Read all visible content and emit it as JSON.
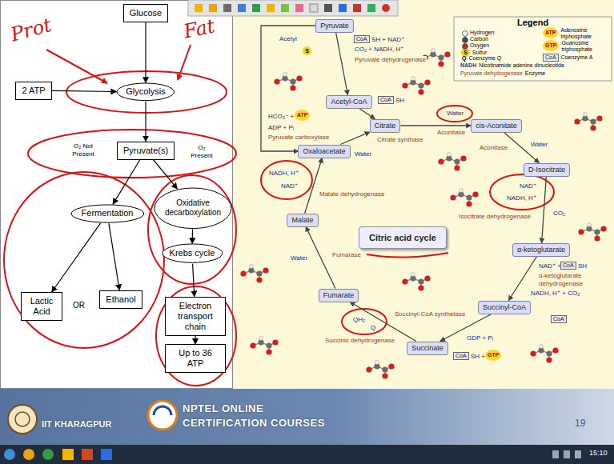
{
  "diagram": {
    "nodes": [
      {
        "text": [
          "Glucose"
        ]
      },
      {
        "text": [
          "2 ATP"
        ]
      },
      {
        "text": [
          "Glycolysis"
        ]
      },
      {
        "text": [
          "Pyruvate(s)"
        ]
      },
      {
        "text": [
          "Fermentation"
        ]
      },
      {
        "text": [
          "Oxidative decarboxylation"
        ]
      },
      {
        "text": [
          "Lactic Acid"
        ]
      },
      {
        "text": [
          "Ethanol"
        ]
      },
      {
        "text": [
          "Krebs cycle"
        ]
      },
      {
        "text": [
          "Electron transport chain"
        ]
      },
      {
        "text": [
          "Up to 36 ATP"
        ]
      },
      {
        "text": [
          "Pyruvate"
        ]
      },
      {
        "text": [
          "Acetyl-CoA"
        ]
      },
      {
        "text": [
          "Citrate"
        ]
      },
      {
        "text": [
          "cis-Aconitate"
        ]
      },
      {
        "text": [
          "D-Isocitrate"
        ]
      },
      {
        "text": [
          "α-ketoglutarate"
        ]
      },
      {
        "text": [
          "Succinyl-CoA"
        ]
      },
      {
        "text": [
          "Succinate"
        ]
      },
      {
        "text": [
          "Fumarate"
        ]
      },
      {
        "text": [
          "Malate"
        ]
      },
      {
        "text": [
          "Oxaloacetate"
        ]
      },
      {
        "text": [
          "Citric acid cycle"
        ]
      }
    ],
    "edges": [
      {
        "from": 0,
        "to": 2,
        "arrow": "to"
      },
      {
        "from": 1,
        "to": 2,
        "arrow": "to"
      },
      {
        "from": 2,
        "to": 3,
        "arrow": "to"
      },
      {
        "from": 3,
        "to": 4,
        "arrow": "to"
      },
      {
        "from": 3,
        "to": 5,
        "arrow": "to"
      },
      {
        "from": 4,
        "to": 6,
        "arrow": "to"
      },
      {
        "from": 4,
        "to": 7,
        "arrow": "to"
      },
      {
        "from": 5,
        "to": 8,
        "arrow": "to"
      },
      {
        "from": 8,
        "to": 9,
        "arrow": "to"
      },
      {
        "from": 9,
        "to": 10,
        "arrow": "to"
      },
      {
        "from": 11,
        "to": 12,
        "arrow": "to"
      },
      {
        "from": 12,
        "to": 13,
        "arrow": "to"
      },
      {
        "from": 21,
        "to": 13,
        "arrow": "to"
      },
      {
        "from": 13,
        "to": 14,
        "arrow": "to"
      },
      {
        "from": 14,
        "to": 15,
        "arrow": "to"
      },
      {
        "from": 15,
        "to": 16,
        "arrow": "to"
      },
      {
        "from": 16,
        "to": 17,
        "arrow": "to"
      },
      {
        "from": 17,
        "to": 18,
        "arrow": "to"
      },
      {
        "from": 18,
        "to": 19,
        "arrow": "to"
      },
      {
        "from": 19,
        "to": 20,
        "arrow": "to"
      },
      {
        "from": 20,
        "to": 21,
        "arrow": "to"
      },
      {
        "from": 11,
        "to": 21,
        "arrow": "to"
      }
    ],
    "labels": [
      "Prot",
      "Fat",
      "O₂ Not Present",
      "O₂ Present",
      "OR",
      "Acetyl",
      "CoA",
      "SH + NAD⁺",
      "CO₂ + NADH, H⁺",
      "Pyruvate dehydrogenase",
      "CoA",
      "SH",
      "Water",
      "Citrate synthase",
      "Water",
      "HCO₃⁻ +",
      "ATP",
      "ADP + Pᵢ",
      "Pyruvate carboxylase",
      "Aconitase",
      "Water",
      "Aconitase",
      "NAD⁺",
      "NADH, H⁺",
      "Isocitrate dehydrogenase",
      "CO₂",
      "NAD⁺ +",
      "CoA",
      "SH",
      "α-ketoglutarate dehydrogenase",
      "NADH, H⁺ + CO₂",
      "Succinyl-CoA synthetase",
      "GDP + Pᵢ",
      "CoA",
      "SH +",
      "GTP",
      "CoA",
      "QH₂",
      "Q",
      "Succinic dehydrogenase",
      "Fumarase",
      "Water",
      "NADH, H⁺",
      "NAD⁺",
      "Malate dehydrogenase",
      "S",
      "19",
      "IIT KHARAGPUR",
      "NPTEL ONLINE",
      "CERTIFICATION COURSES",
      "15:10",
      "Legend",
      "S",
      "Q",
      "NADH",
      "Pyruvate dehydrogenase",
      "ATP",
      "GTP",
      "CoA"
    ],
    "legend": [
      {
        "text": "Hydrogen",
        "color": "#f4f4f4"
      },
      {
        "text": "Carbon",
        "color": "#4a4a4a"
      },
      {
        "text": "Oxygen",
        "color": "#d01c1c"
      },
      {
        "text": "Sulfur"
      },
      {
        "text": "Coenzyme Q"
      },
      {
        "text": "Nicotinamide adenine dinucleotide"
      },
      {
        "text": "Enzyme"
      },
      {
        "text": "Adenosine triphosphate"
      },
      {
        "text": "Guanosine triphosphate"
      },
      {
        "text": "Coenzyme A"
      }
    ]
  }
}
